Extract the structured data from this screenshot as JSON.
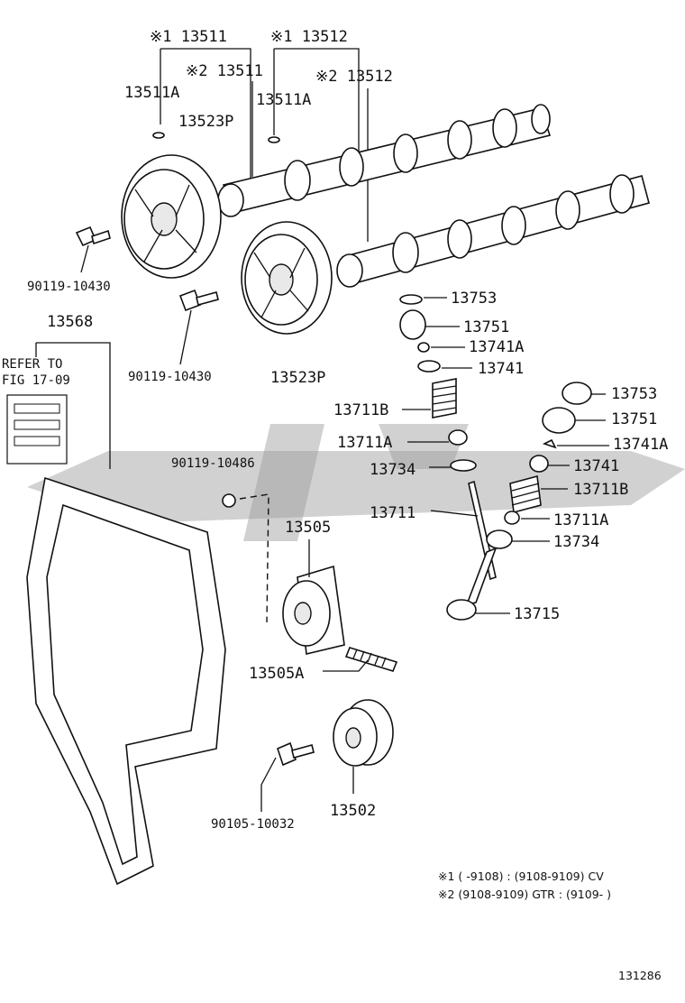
{
  "diagram": {
    "labels": {
      "g1_13511": "※1 13511",
      "g1_13512": "※1 13512",
      "g2_13511": "※2 13511",
      "g2_13512": "※2 13512",
      "p13511A_left": "13511A",
      "p13511A_right": "13511A",
      "p13523P_top": "13523P",
      "p13523P_bottom": "13523P",
      "bolt_90119_10430_a": "90119-10430",
      "bolt_90119_10430_b": "90119-10430",
      "p13568": "13568",
      "refer_line1": "REFER TO",
      "refer_line2": "FIG 17-09",
      "p90119_10486": "90119-10486",
      "p13505": "13505",
      "p13505A": "13505A",
      "p13502": "13502",
      "bolt_90105_10032": "90105-10032",
      "p13753_a": "13753",
      "p13751_a": "13751",
      "p13741A_a": "13741A",
      "p13741_a": "13741",
      "p13711B_a": "13711B",
      "p13711A_a": "13711A",
      "p13734_a": "13734",
      "p13711": "13711",
      "p13753_b": "13753",
      "p13751_b": "13751",
      "p13741A_b": "13741A",
      "p13741_b": "13741",
      "p13711B_b": "13711B",
      "p13711A_b": "13711A",
      "p13734_b": "13734",
      "p13715": "13715"
    },
    "notes": {
      "note1": "※1 (        -9108) : (9108-9109) CV",
      "note2": "※2 (9108-9109) GTR : (9109-        )"
    },
    "figure_number": "131286"
  }
}
